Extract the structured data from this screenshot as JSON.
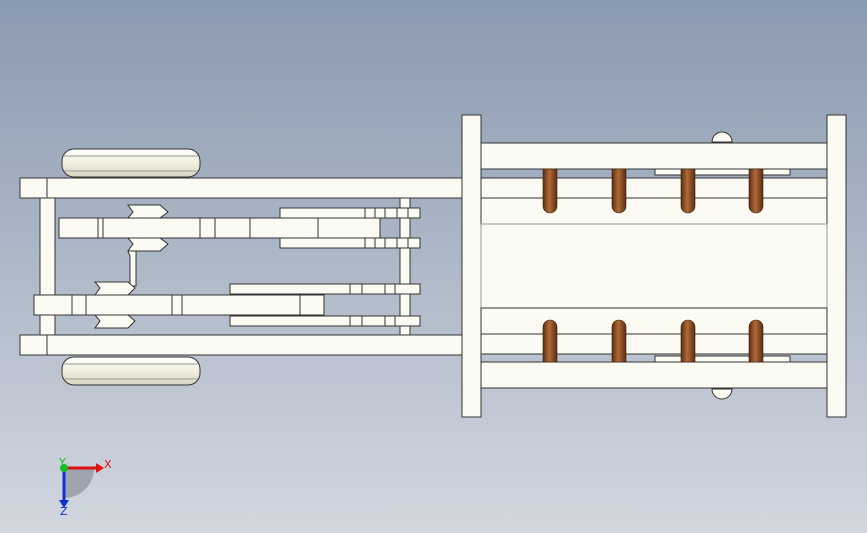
{
  "viewport": {
    "background_top": "#8a9ab0",
    "background_bottom": "#d2d7df"
  },
  "model": {
    "part_fill": "#fbfbf3",
    "edge_color": "#333333",
    "pin_color": "#8a4a22",
    "wheel_fill": "#f4f2e2"
  },
  "triad": {
    "x_label": "X",
    "y_label": "Y",
    "z_label": "Z",
    "x_color": "#e01010",
    "y_color": "#10c020",
    "z_color": "#1030d0"
  }
}
